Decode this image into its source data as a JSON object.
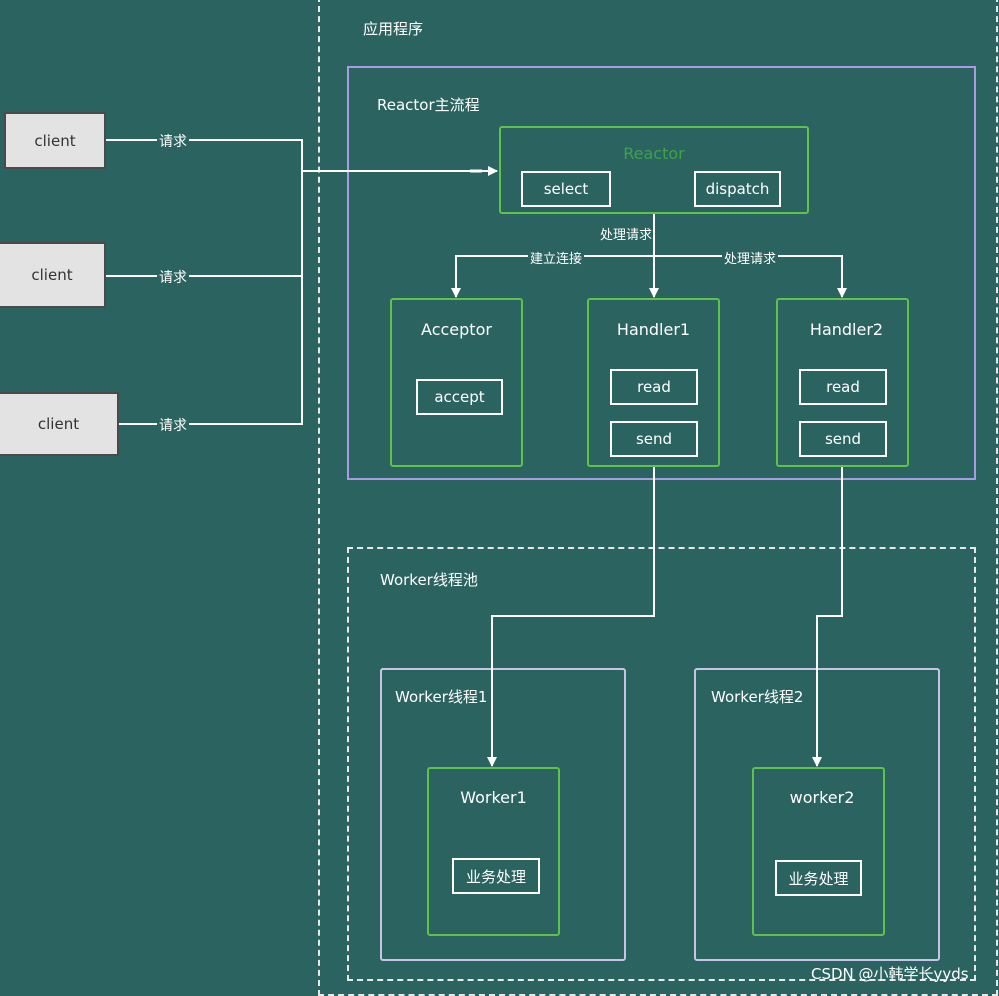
{
  "app_region": {
    "label": "应用程序"
  },
  "reactor_region": {
    "label": "Reactor主流程"
  },
  "clients": [
    {
      "label": "client",
      "edge_label": "请求"
    },
    {
      "label": "client",
      "edge_label": "请求"
    },
    {
      "label": "client",
      "edge_label": "请求"
    }
  ],
  "reactor": {
    "title": "Reactor",
    "select_label": "select",
    "dispatch_label": "dispatch",
    "title_color": "#3fa14a"
  },
  "flow_labels": {
    "process_request_1": "处理请求",
    "establish_connection": "建立连接",
    "process_request_2": "处理请求"
  },
  "acceptor": {
    "title": "Acceptor",
    "action_label": "accept"
  },
  "handler1": {
    "title": "Handler1",
    "read_label": "read",
    "send_label": "send"
  },
  "handler2": {
    "title": "Handler2",
    "read_label": "read",
    "send_label": "send"
  },
  "worker_pool": {
    "label": "Worker线程池"
  },
  "worker_thread1": {
    "label": "Worker线程1",
    "worker_title": "Worker1",
    "task_label": "业务处理"
  },
  "worker_thread2": {
    "label": "Worker线程2",
    "worker_title": "worker2",
    "task_label": "业务处理"
  },
  "watermark": {
    "text": "CSDN @小韩学长yyds"
  },
  "colors": {
    "background": "#2b6360",
    "green_border": "#5ec24b",
    "purple_border": "#a69de0",
    "light_border": "#c7c4e8"
  }
}
